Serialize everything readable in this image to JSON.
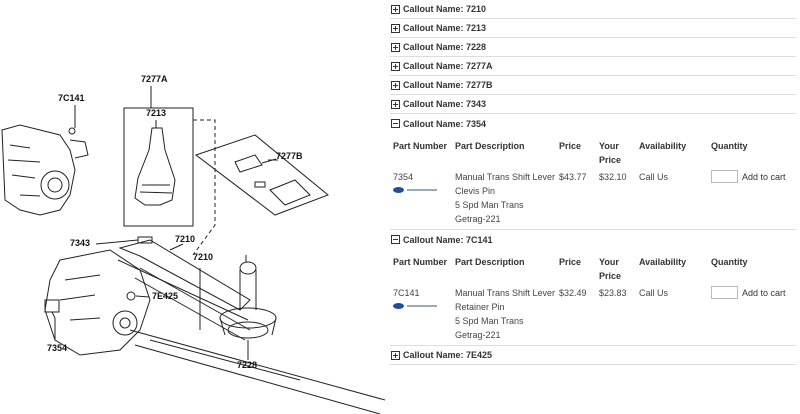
{
  "diagram": {
    "labels": {
      "l7277A": "7277A",
      "l7C141": "7C141",
      "l7213": "7213",
      "l7277B": "7277B",
      "l7343": "7343",
      "l7210a": "7210",
      "l7210b": "7210",
      "l7E425": "7E425",
      "l7354": "7354",
      "l7228": "7228"
    }
  },
  "callouts": [
    {
      "label": "Callout Name: 7210",
      "expanded": false
    },
    {
      "label": "Callout Name: 7213",
      "expanded": false
    },
    {
      "label": "Callout Name: 7228",
      "expanded": false
    },
    {
      "label": "Callout Name: 7277A",
      "expanded": false
    },
    {
      "label": "Callout Name: 7277B",
      "expanded": false
    },
    {
      "label": "Callout Name: 7343",
      "expanded": false
    },
    {
      "label": "Callout Name: 7354",
      "expanded": true
    },
    {
      "label": "Callout Name: 7C141",
      "expanded": true
    },
    {
      "label": "Callout Name: 7E425",
      "expanded": false
    }
  ],
  "columns": {
    "part_number": "Part Number",
    "part_description": "Part Description",
    "price": "Price",
    "your_price": "Your Price",
    "availability": "Availability",
    "quantity": "Quantity"
  },
  "parts": [
    {
      "number": "7354",
      "desc1": "Manual Trans Shift Lever",
      "desc2": "Clevis Pin",
      "desc3": "5 Spd Man Trans",
      "desc4": "Getrag-221",
      "price": "$43.77",
      "your_price": "$32.10",
      "availability": "Call Us",
      "add_label": "Add to cart"
    },
    {
      "number": "7C141",
      "desc1": "Manual Trans Shift Lever",
      "desc2": "Retainer Pin",
      "desc3": "5 Spd Man Trans",
      "desc4": "Getrag-221",
      "price": "$32.49",
      "your_price": "$23.83",
      "availability": "Call Us",
      "add_label": "Add to cart"
    }
  ],
  "icons": {
    "collapsed": "plus-box-icon",
    "expanded": "minus-box-icon"
  },
  "colors": {
    "text": "#333333",
    "divider": "#dddddd",
    "ford_blue": "#1f4e9c"
  }
}
